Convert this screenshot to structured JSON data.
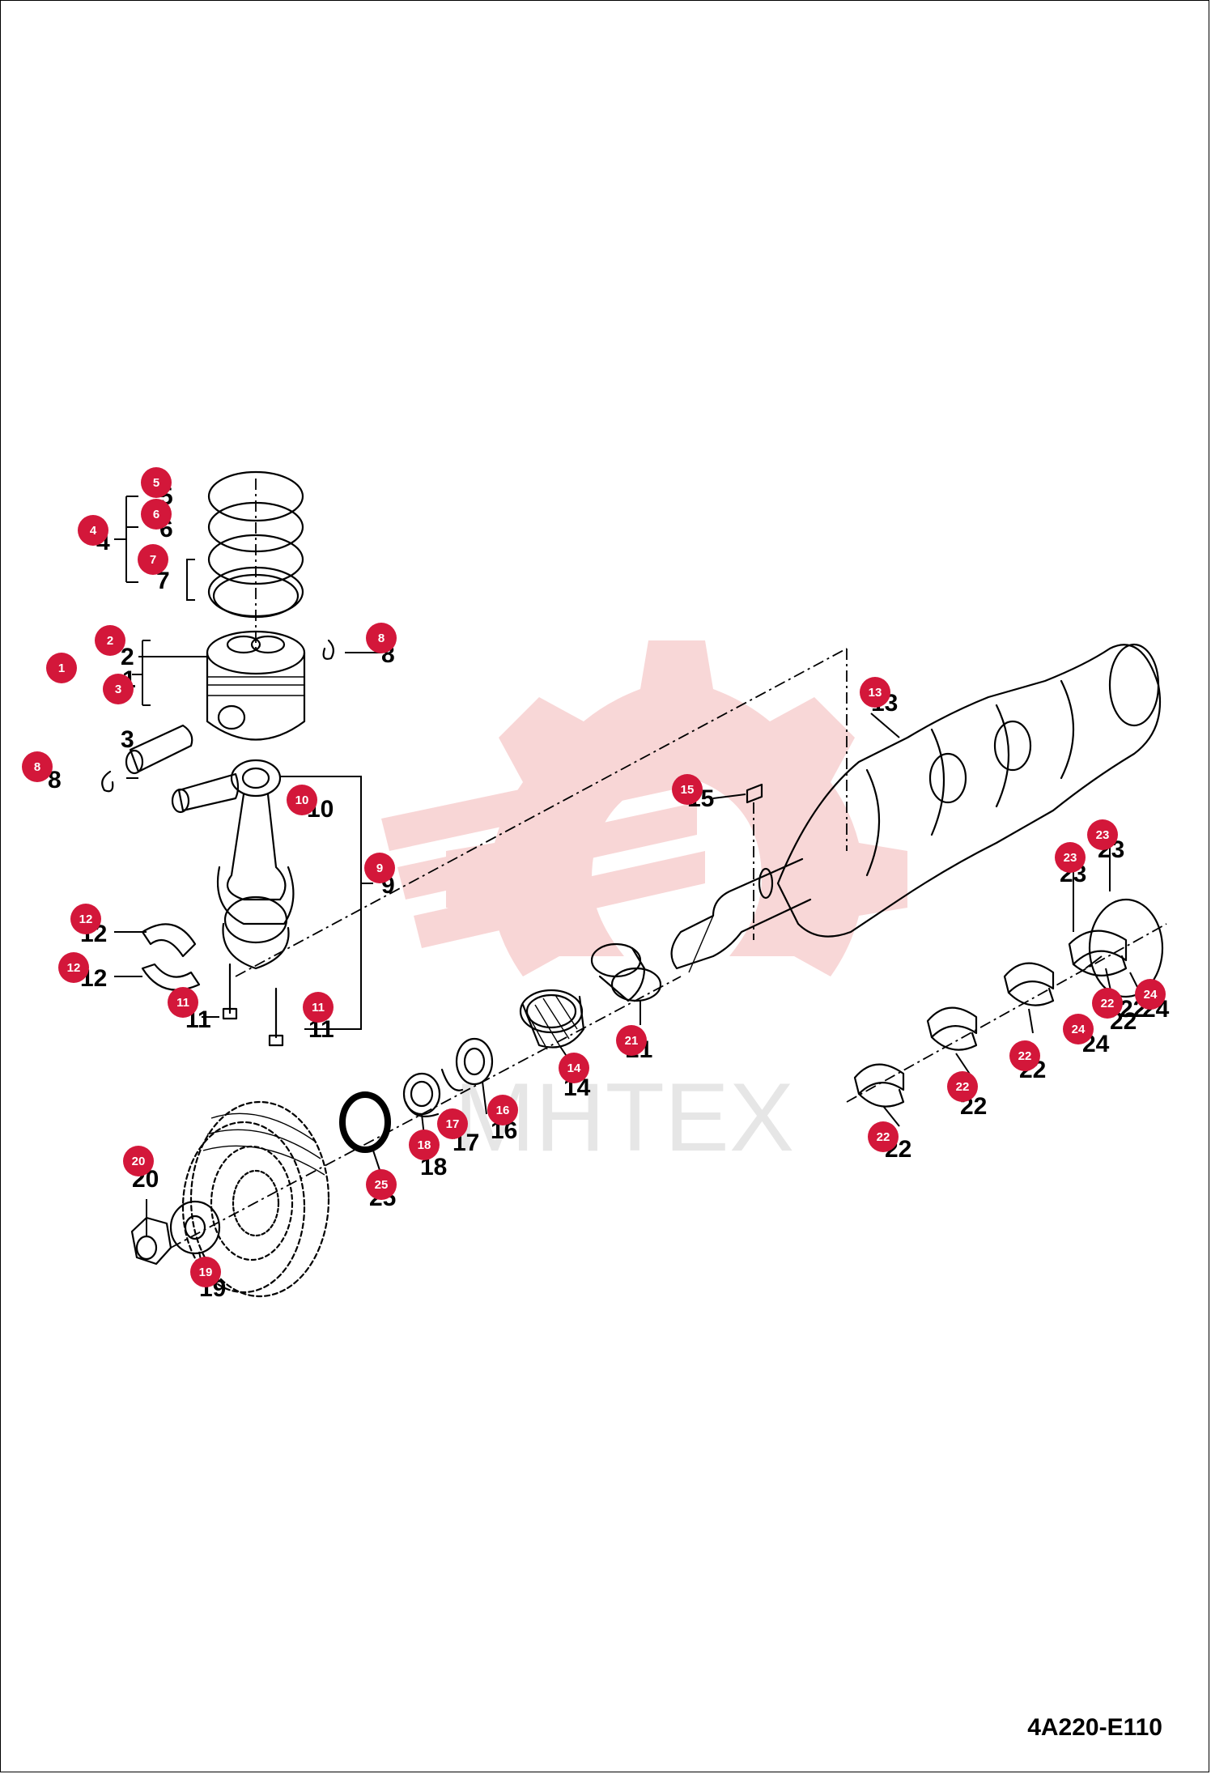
{
  "diagram_code": "4A220-E110",
  "watermark_text": "MHTEX",
  "callouts": [
    {
      "id": "c1",
      "label": "1"
    },
    {
      "id": "c2",
      "label": "2"
    },
    {
      "id": "c3",
      "label": "3"
    },
    {
      "id": "c4",
      "label": "4"
    },
    {
      "id": "c5",
      "label": "5"
    },
    {
      "id": "c6",
      "label": "6"
    },
    {
      "id": "c7",
      "label": "7"
    },
    {
      "id": "c8a",
      "label": "8"
    },
    {
      "id": "c8b",
      "label": "8"
    },
    {
      "id": "c9",
      "label": "9"
    },
    {
      "id": "c10",
      "label": "10"
    },
    {
      "id": "c11a",
      "label": "11"
    },
    {
      "id": "c11b",
      "label": "11"
    },
    {
      "id": "c12a",
      "label": "12"
    },
    {
      "id": "c12b",
      "label": "12"
    },
    {
      "id": "c13",
      "label": "13"
    },
    {
      "id": "c14",
      "label": "14"
    },
    {
      "id": "c15",
      "label": "15"
    },
    {
      "id": "c16",
      "label": "16"
    },
    {
      "id": "c17",
      "label": "17"
    },
    {
      "id": "c18",
      "label": "18"
    },
    {
      "id": "c19",
      "label": "19"
    },
    {
      "id": "c20",
      "label": "20"
    },
    {
      "id": "c21",
      "label": "21"
    },
    {
      "id": "c22a",
      "label": "22"
    },
    {
      "id": "c22b",
      "label": "22"
    },
    {
      "id": "c22c",
      "label": "22"
    },
    {
      "id": "c22d",
      "label": "22"
    },
    {
      "id": "c23a",
      "label": "23"
    },
    {
      "id": "c23b",
      "label": "23"
    },
    {
      "id": "c24a",
      "label": "24"
    },
    {
      "id": "c24b",
      "label": "24"
    },
    {
      "id": "c25",
      "label": "25"
    }
  ],
  "plain_labels": [
    {
      "id": "p1",
      "label": "1"
    },
    {
      "id": "p2",
      "label": "2"
    },
    {
      "id": "p3",
      "label": "3"
    },
    {
      "id": "p4",
      "label": "4"
    },
    {
      "id": "p5",
      "label": "5"
    },
    {
      "id": "p6",
      "label": "6"
    },
    {
      "id": "p7",
      "label": "7"
    },
    {
      "id": "p8a",
      "label": "8"
    },
    {
      "id": "p8b",
      "label": "8"
    },
    {
      "id": "p9",
      "label": "9"
    },
    {
      "id": "p10",
      "label": "10"
    },
    {
      "id": "p11a",
      "label": "11"
    },
    {
      "id": "p11b",
      "label": "11"
    },
    {
      "id": "p12a",
      "label": "12"
    },
    {
      "id": "p12b",
      "label": "12"
    },
    {
      "id": "p13",
      "label": "13"
    },
    {
      "id": "p14",
      "label": "14"
    },
    {
      "id": "p15",
      "label": "15"
    },
    {
      "id": "p16",
      "label": "16"
    },
    {
      "id": "p17",
      "label": "17"
    },
    {
      "id": "p18",
      "label": "18"
    },
    {
      "id": "p19",
      "label": "19"
    },
    {
      "id": "p20",
      "label": "20"
    },
    {
      "id": "p21",
      "label": "21"
    },
    {
      "id": "p22a",
      "label": "22"
    },
    {
      "id": "p22b",
      "label": "22"
    },
    {
      "id": "p22c",
      "label": "22"
    },
    {
      "id": "p22d",
      "label": "22"
    },
    {
      "id": "p22e",
      "label": "22"
    },
    {
      "id": "p23a",
      "label": "23"
    },
    {
      "id": "p23b",
      "label": "23"
    },
    {
      "id": "p24a",
      "label": "24"
    },
    {
      "id": "p24b",
      "label": "24"
    },
    {
      "id": "p25",
      "label": "25"
    }
  ],
  "colors": {
    "callout_fill": "#d3173a",
    "watermark": "#f3b6b6",
    "line": "#000000"
  }
}
